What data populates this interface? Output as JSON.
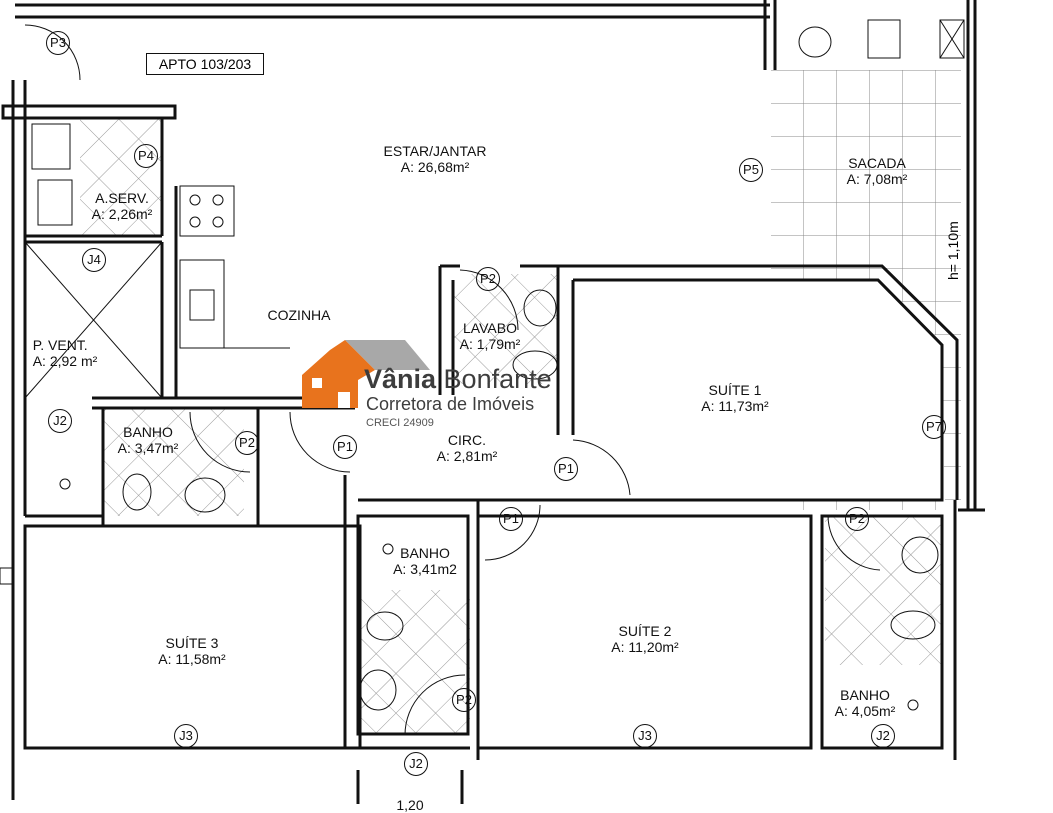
{
  "plan": {
    "title": "APTO 103/203",
    "rooms": [
      {
        "id": "estar",
        "name": "ESTAR/JANTAR",
        "area": "A: 26,68m²"
      },
      {
        "id": "sacada",
        "name": "SACADA",
        "area": "A: 7,08m²"
      },
      {
        "id": "aserv",
        "name": "A.SERV.",
        "area": "A: 2,26m²"
      },
      {
        "id": "cozinha",
        "name": "COZINHA",
        "area": ""
      },
      {
        "id": "lavabo",
        "name": "LAVABO",
        "area": "A: 1,79m²"
      },
      {
        "id": "pvent",
        "name": "P. VENT.",
        "area": "A: 2,92 m²"
      },
      {
        "id": "banho1",
        "name": "BANHO",
        "area": "A: 3,47m²"
      },
      {
        "id": "circ",
        "name": "CIRC.",
        "area": "A: 2,81m²"
      },
      {
        "id": "suite1",
        "name": "SUÍTE 1",
        "area": "A: 11,73m²"
      },
      {
        "id": "banho2",
        "name": "BANHO",
        "area": "A: 3,41m2"
      },
      {
        "id": "suite2",
        "name": "SUÍTE 2",
        "area": "A: 11,20m²"
      },
      {
        "id": "suite3",
        "name": "SUÍTE 3",
        "area": "A: 11,58m²"
      },
      {
        "id": "banho3",
        "name": "BANHO",
        "area": "A: 4,05m²"
      }
    ],
    "height_note": "h= 1,10m",
    "bottom_dim": "1,20",
    "tags": {
      "p1": "P1",
      "p2": "P2",
      "p3": "P3",
      "p4": "P4",
      "p5": "P5",
      "p7": "P7",
      "j2": "J2",
      "j3": "J3",
      "j4": "J4"
    }
  },
  "watermark": {
    "name_bold": "Vânia",
    "name_regular": " Bonfante",
    "subtitle": "Corretora de Imóveis",
    "creci": "CRECI 24909",
    "colors": {
      "house": "#e8731d",
      "roof": "#a8a8a8",
      "text": "#3d3d3d"
    }
  }
}
